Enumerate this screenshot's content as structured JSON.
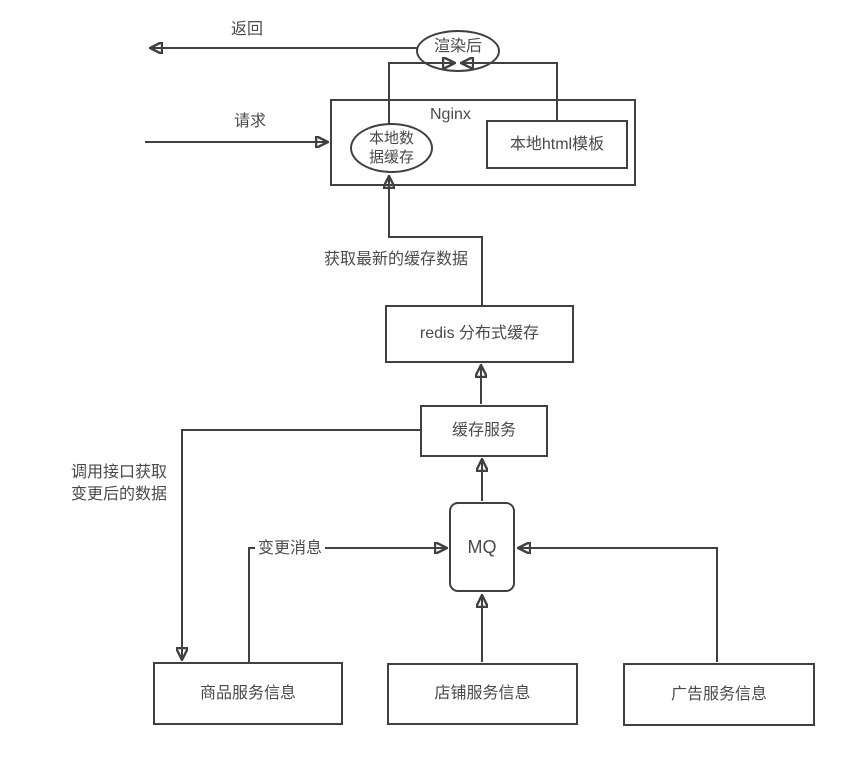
{
  "diagram_title": "nginx-local-cache-architecture",
  "colors": {
    "line": "#404040",
    "text": "#4a4a4a",
    "node_background": "#ffffff",
    "page_background": "#ffffff"
  },
  "nodes": {
    "rendered_after": {
      "label": "渲染后",
      "shape": "ellipse"
    },
    "nginx": {
      "label": "Nginx",
      "shape": "rectangle-container"
    },
    "local_data_cache": {
      "label": "本地数据缓存",
      "shape": "ellipse"
    },
    "local_html_template": {
      "label": "本地html模板",
      "shape": "rectangle"
    },
    "redis_cache": {
      "label": "redis 分布式缓存",
      "shape": "rectangle"
    },
    "cache_service": {
      "label": "缓存服务",
      "shape": "rectangle"
    },
    "mq": {
      "label": "MQ",
      "shape": "rounded-rectangle"
    },
    "product_service": {
      "label": "商品服务信息",
      "shape": "rectangle"
    },
    "shop_service": {
      "label": "店铺服务信息",
      "shape": "rectangle"
    },
    "ad_service": {
      "label": "广告服务信息",
      "shape": "rectangle"
    }
  },
  "edge_labels": {
    "return": "返回",
    "request": "请求",
    "fetch_latest_cache": "获取最新的缓存数据",
    "call_api_for_changes": "调用接口获取\n变更后的数据",
    "change_message": "变更消息"
  },
  "edges": [
    {
      "from": "rendered_after",
      "to": "client",
      "label": "返回"
    },
    {
      "from": "client",
      "to": "nginx",
      "label": "请求"
    },
    {
      "from": "local_data_cache",
      "to": "rendered_after",
      "label": ""
    },
    {
      "from": "local_html_template",
      "to": "rendered_after",
      "label": ""
    },
    {
      "from": "redis_cache",
      "to": "local_data_cache",
      "label": "获取最新的缓存数据"
    },
    {
      "from": "cache_service",
      "to": "redis_cache",
      "label": ""
    },
    {
      "from": "mq",
      "to": "cache_service",
      "label": ""
    },
    {
      "from": "cache_service",
      "to": "product_service",
      "label": "调用接口获取变更后的数据"
    },
    {
      "from": "product_service",
      "to": "mq",
      "label": "变更消息"
    },
    {
      "from": "shop_service",
      "to": "mq",
      "label": ""
    },
    {
      "from": "ad_service",
      "to": "mq",
      "label": ""
    }
  ]
}
